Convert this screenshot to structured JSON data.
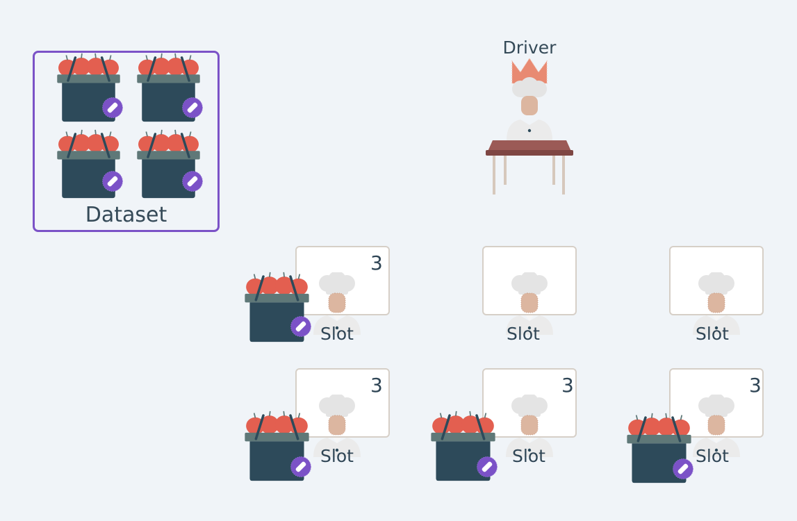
{
  "dataset": {
    "label": "Dataset",
    "baskets": 4
  },
  "driver": {
    "label": "Driver"
  },
  "slots": [
    {
      "label": "Slot",
      "count": "3",
      "has_basket": true
    },
    {
      "label": "Slot",
      "count": "",
      "has_basket": false
    },
    {
      "label": "Slot",
      "count": "",
      "has_basket": false
    },
    {
      "label": "Slot",
      "count": "3",
      "has_basket": true
    },
    {
      "label": "Slot",
      "count": "3",
      "has_basket": true
    },
    {
      "label": "Slot",
      "count": "3",
      "has_basket": true
    }
  ],
  "colors": {
    "dataset_border": "#7b52c7",
    "apple": "#e35f50",
    "basket_body": "#2d4a5a",
    "basket_rim": "#5f7878",
    "badge": "#7b52c7",
    "crown": "#e88a72",
    "table": "#9b5a56",
    "background": "#f0f4f8"
  },
  "icons": {
    "basket": "apple-basket-icon",
    "badge": "pencil-badge-icon",
    "worker": "chef-icon",
    "driver": "crowned-chef-at-desk-icon"
  }
}
